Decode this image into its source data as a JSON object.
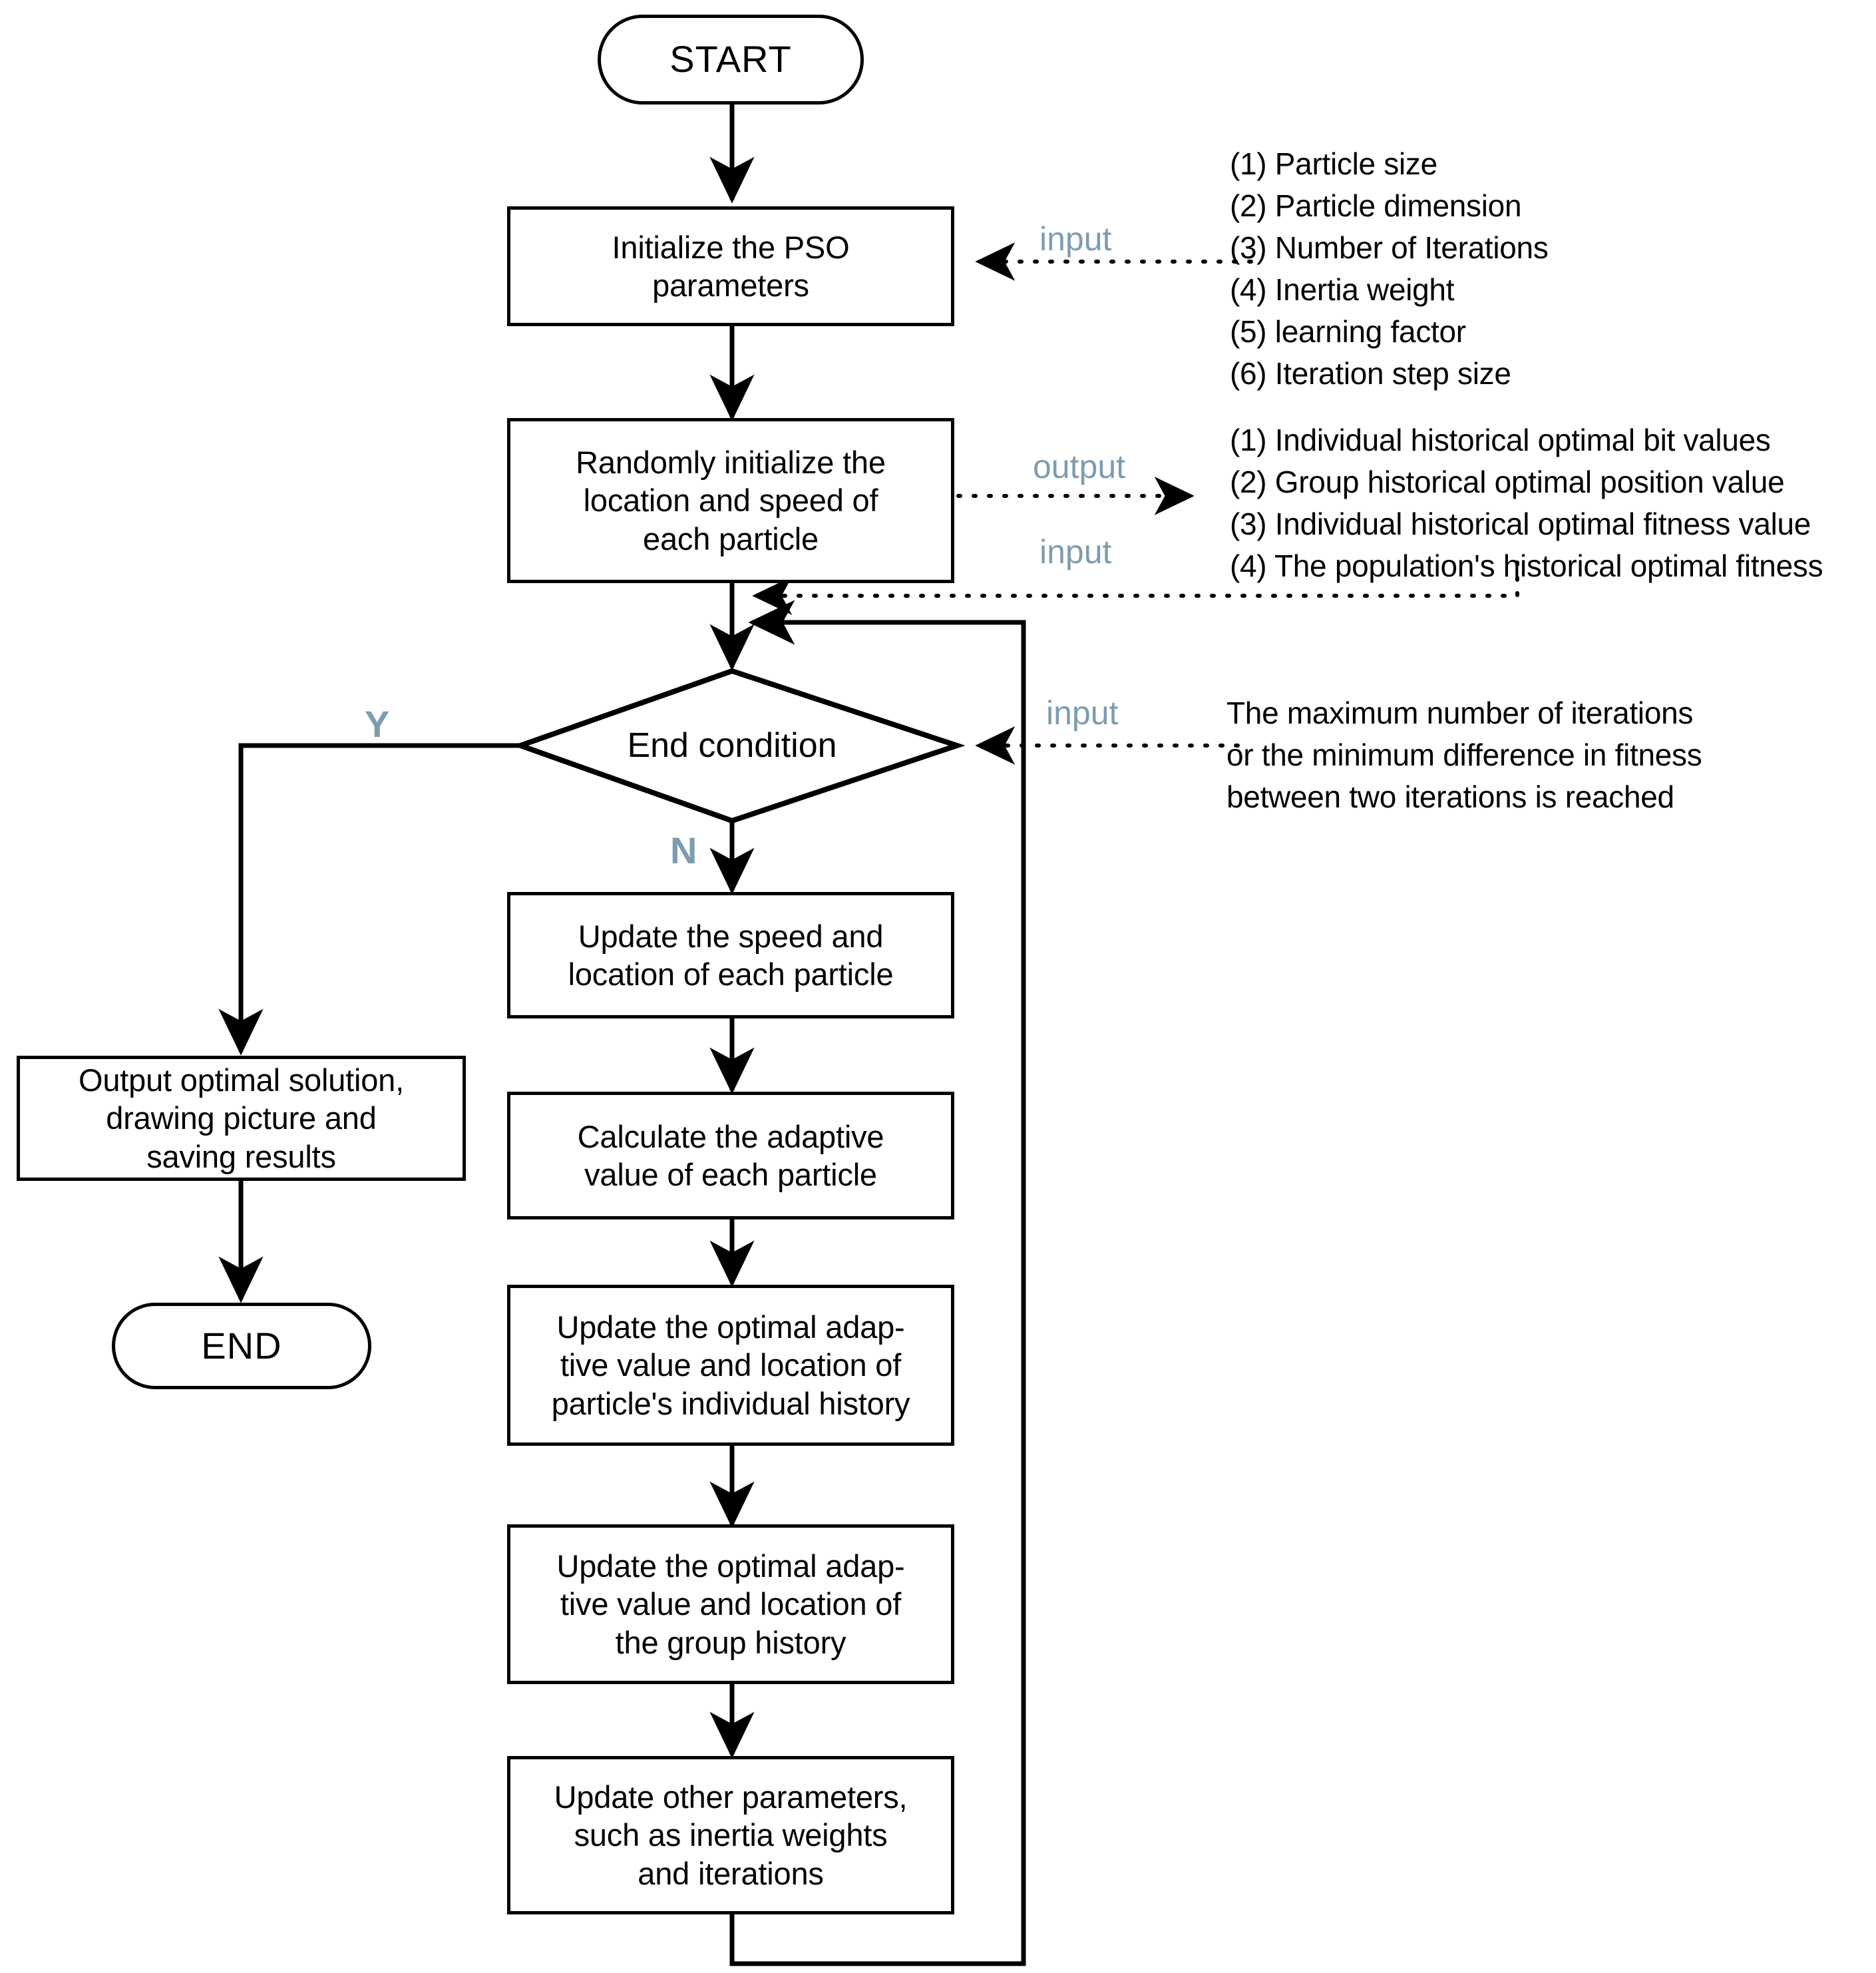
{
  "diagram": {
    "title": "PSO algorithm flowchart",
    "accent_label_color": "#7d9cb0",
    "line_color": "#000000",
    "background": "#ffffff"
  },
  "nodes": {
    "start": "START",
    "init_params": "Initialize the PSO\nparameters",
    "random_init": "Randomly initialize the\nlocation and speed of\neach particle",
    "end_condition": "End condition",
    "output_results": "Output optimal solution,\ndrawing picture and\nsaving results",
    "end": "END",
    "update_speed": "Update the speed and\nlocation of each particle",
    "calc_fitness": "Calculate the adaptive\nvalue of each particle",
    "update_pbest": "Update the optimal adap-\ntive value and location of\nparticle's individual history",
    "update_gbest": "Update the optimal adap-\ntive value and location of\nthe group history",
    "update_other": "Update other parameters,\nsuch as inertia weights\nand iterations"
  },
  "branch_labels": {
    "yes": "Y",
    "no": "N"
  },
  "flow_labels": {
    "input_params": "input",
    "output_values": "output",
    "input_values": "input",
    "input_condition": "input"
  },
  "annotations": {
    "init_params_list": "(1) Particle size\n(2) Particle dimension\n(3) Number of Iterations\n(4) Inertia weight\n(5) learning factor\n(6) Iteration step size",
    "random_init_list": "(1) Individual historical optimal bit values\n(2) Group historical optimal position value\n(3) Individual historical optimal fitness value\n(4) The population's historical optimal fitness",
    "end_condition_note": "The maximum number of iterations\nor the minimum difference in fitness\nbetween two iterations is reached"
  }
}
